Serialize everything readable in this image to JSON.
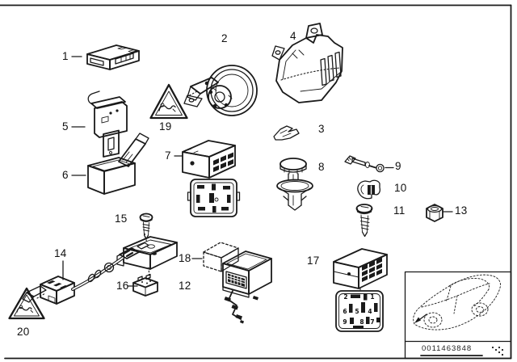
{
  "frame": {
    "background": "#ffffff",
    "line_color": "#1a1a1a"
  },
  "callouts": {
    "c1": "1",
    "c2": "2",
    "c3": "3",
    "c4": "4",
    "c5": "5",
    "c6": "6",
    "c7": "7",
    "c8": "8",
    "c9": "9",
    "c10": "10",
    "c11": "11",
    "c12": "12",
    "c13": "13",
    "c14": "14",
    "c15": "15",
    "c16": "16",
    "c17": "17",
    "c18": "18",
    "c19": "19",
    "c20": "20"
  },
  "part17_socket": {
    "pins": {
      "p2": "2",
      "p1": "1",
      "p6": "6",
      "p5": "5",
      "p4": "4",
      "p9": "9",
      "p8": "8",
      "p7": "7"
    }
  },
  "footer": {
    "diagram_id": "0011463848"
  }
}
